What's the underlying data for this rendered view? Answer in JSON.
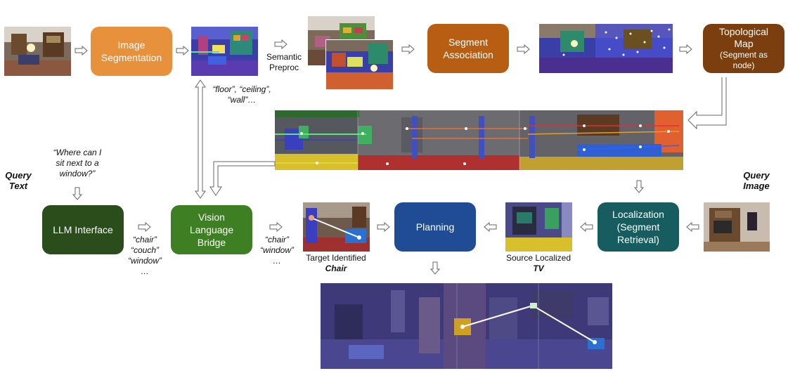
{
  "boxes": {
    "image_segmentation": "Image\nSegmentation",
    "segment_association": "Segment\nAssociation",
    "topological_map_title": "Topological\nMap",
    "topological_map_sub": "(Segment as\nnode)",
    "llm_interface": "LLM Interface",
    "vision_language_bridge": "Vision\nLanguage\nBridge",
    "planning": "Planning",
    "localization_title": "Localization",
    "localization_sub": "(Segment\nRetrieval)"
  },
  "labels": {
    "semantic_preproc": "Semantic\nPreproc",
    "floor_ceiling_wall": "“floor”, “ceiling”,\n“wall”…",
    "query_text": "Query\nText",
    "query_question": "“Where can I\nsit next to a\nwindow?”",
    "chair_couch_window": "“chair”\n“couch”\n“window”\n…",
    "chair_window": "“chair”\n“window”\n…",
    "target_identified": "Target Identified",
    "target_object": "Chair",
    "source_localized": "Source Localized",
    "source_object": "TV",
    "query_image": "Query\nImage"
  },
  "colors": {
    "orange": "#e8913c",
    "dark_orange": "#b85e12",
    "brown": "#7b3f0f",
    "dark_green": "#2a4d1b",
    "green": "#3d7f22",
    "blue": "#1f4c95",
    "teal": "#175c5e"
  }
}
